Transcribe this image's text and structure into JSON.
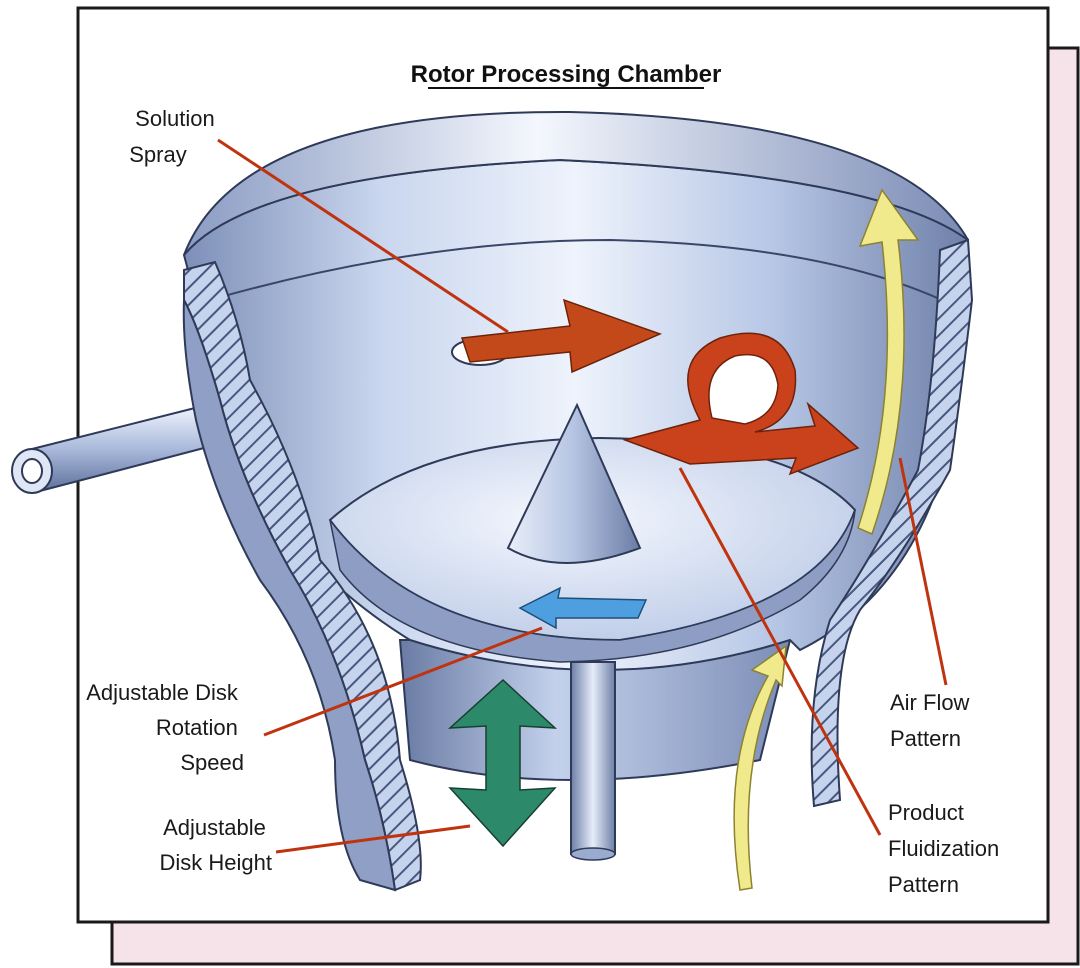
{
  "title": "Rotor Processing Chamber",
  "labels": {
    "solution_spray": [
      "Solution",
      "Spray"
    ],
    "disk_rotation": [
      "Adjustable Disk",
      "Rotation",
      "Speed"
    ],
    "disk_height": [
      "Adjustable",
      "Disk Height"
    ],
    "air_flow": [
      "Air Flow",
      "Pattern"
    ],
    "product_fluidization": [
      "Product",
      "Fluidization",
      "Pattern"
    ]
  },
  "colors": {
    "backdrop_pink": "#f6e3ea",
    "frame": "#1a1a1a",
    "leader_red": "#c0330f",
    "spray_arrow": "#c4491a",
    "fluid_arrow": "#c9421c",
    "air_arrow": "#f1ea8c",
    "rotation_arrow": "#4d9fe0",
    "height_arrow": "#2c8a6a",
    "metal_light": "#e8f0fb",
    "metal_mid": "#a9bcdd",
    "metal_dark": "#5e6f98"
  },
  "icons": {
    "spray_arrow": "arrow-right-icon",
    "fluidization_loop": "loop-arrow-icon",
    "air_flow": "curved-arrow-up-icon",
    "rotation": "arrow-left-icon",
    "height": "double-arrow-vertical-icon"
  }
}
